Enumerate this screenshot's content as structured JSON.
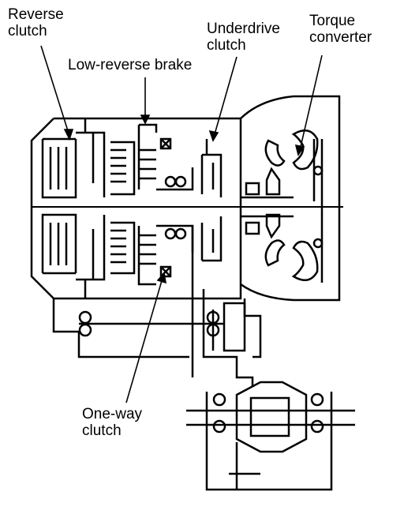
{
  "labels": {
    "reverse_clutch": {
      "line1": "Reverse",
      "line2": "clutch"
    },
    "low_reverse_brake": "Low-reverse brake",
    "underdrive_clutch": {
      "line1": "Underdrive",
      "line2": "clutch"
    },
    "torque_converter": {
      "line1": "Torque",
      "line2": "converter"
    },
    "one_way_clutch": {
      "line1": "One-way",
      "line2": "clutch"
    }
  },
  "colors": {
    "ink": "#000000",
    "paper": "#ffffff"
  }
}
